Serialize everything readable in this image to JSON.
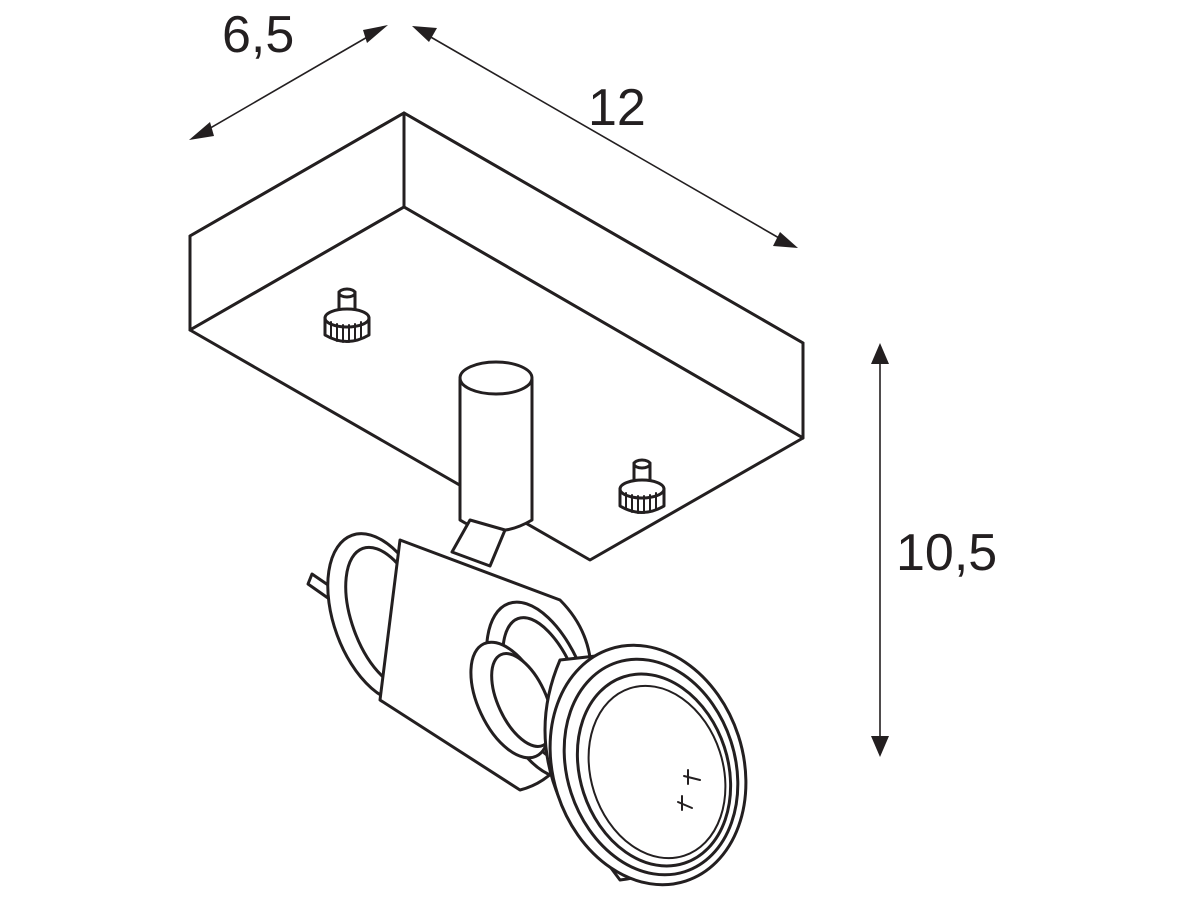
{
  "dimensions": {
    "depth": "6,5",
    "length": "12",
    "height": "10,5"
  },
  "colors": {
    "line": "#231f20",
    "background": "#ffffff"
  }
}
